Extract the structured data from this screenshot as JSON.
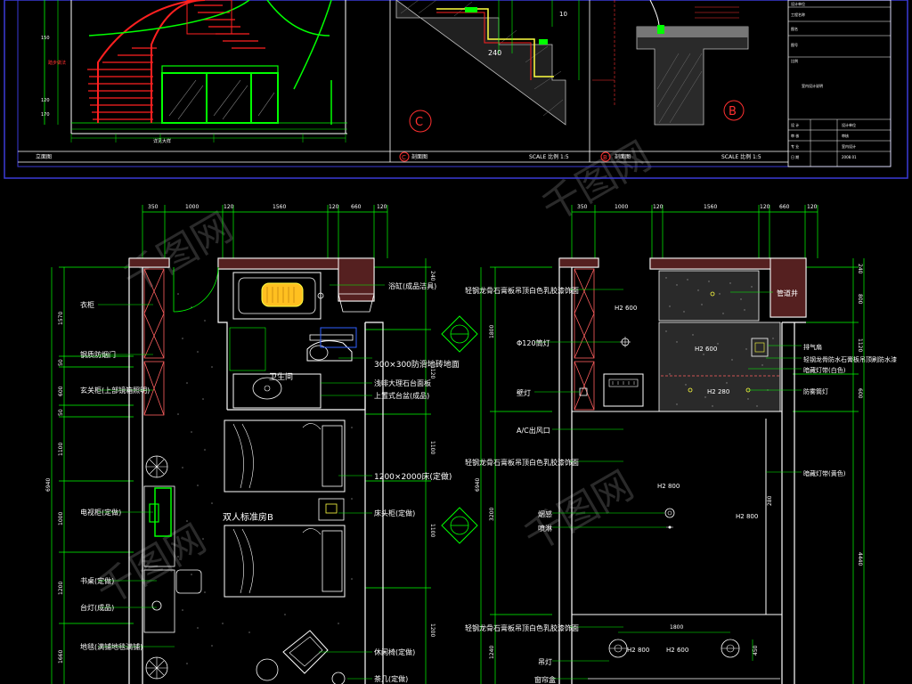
{
  "colors": {
    "background": "#000000",
    "frame": "#3a3ad8",
    "wall": "#ffffff",
    "dimension": "#00ff00",
    "annotation": "#ffffff",
    "furniture": "#ffff40",
    "stair": "#ff2020",
    "hatch": "#c0c0c0",
    "wall_fill": "#ff6060",
    "red_text": "#ff3030"
  },
  "top_sheet": {
    "left_caption": "立面图",
    "mid_caption": "剖面图",
    "mid_scale": "SCALE 比例 1:5",
    "right_caption": "剖面图",
    "right_scale": "SCALE 比例 1:5",
    "marker_c": "C",
    "marker_b": "B",
    "marker_c_small": "C",
    "marker_b_small": "B",
    "stair_note": "踏步做法",
    "center_note": "详见大样",
    "side_dims": [
      "170",
      "120",
      "150"
    ],
    "dim_240": "240",
    "dim_10": "10"
  },
  "title_block": {
    "rows": [
      "设计单位",
      "工程名称",
      "图名",
      "图号",
      "比例",
      "日期"
    ],
    "bottom_rows": [
      {
        "label": "设 计",
        "value": "设计单位"
      },
      {
        "label": "审 核",
        "value": "审核"
      },
      {
        "label": "专 业",
        "value": "室内设计"
      },
      {
        "label": "日 期",
        "value": "2008.01"
      }
    ],
    "stamp": "图号",
    "stamp_note": "室内设计说明"
  },
  "plan_left": {
    "top_dims": [
      "350",
      "1000",
      "120",
      "1560",
      "120",
      "660",
      "120"
    ],
    "left_dims": [
      "1570",
      "50",
      "600",
      "50",
      "1100",
      "1000",
      "1200",
      "1660"
    ],
    "right_dims": [
      "240",
      "1120",
      "1100",
      "1100",
      "1200"
    ],
    "total_dim": "6940",
    "room_label": "双人标准房B",
    "bathroom_label": "卫生间",
    "left_labels": [
      "衣柜",
      "钢质防烟门",
      "玄关柜(上部镜箱照明)",
      "电视柜(定做)",
      "书桌(定做)",
      "台灯(成品)",
      "地毯(满铺地毯满铺)"
    ],
    "right_labels": [
      "浴缸(成品洁具)",
      "300×300防滑地砖地面",
      "浅啡大理石台面板",
      "上置式台盆(成品)",
      "1200×2000床(定做)",
      "床头柜(定做)",
      "休闲椅(定做)",
      "茶几(定做)"
    ]
  },
  "plan_right": {
    "top_dims": [
      "350",
      "1000",
      "120",
      "1560",
      "120",
      "660",
      "120"
    ],
    "right_dims": [
      "240",
      "800",
      "1120",
      "600",
      "4440"
    ],
    "left_dims": [
      "1800",
      "3200",
      "1240"
    ],
    "total_dim": "6940",
    "left_labels": [
      "轻钢龙骨石膏板吊顶白色乳胶漆饰面",
      "Φ120筒灯",
      "壁灯",
      "A/C出风口",
      "轻钢龙骨石膏板吊顶白色乳胶漆饰面",
      "烟感",
      "喷淋",
      "轻钢龙骨石膏板吊顶白色乳胶漆饰面",
      "吊灯",
      "窗帘盒"
    ],
    "right_labels": [
      "管道井",
      "轻钢龙骨防水石膏板吊顶刷防水漆",
      "排气扇",
      "暗藏灯带(白色)",
      "防雾筒灯",
      "暗藏灯带(黄色)"
    ],
    "heights": [
      "H2 600",
      "H2 600",
      "H2 280",
      "H2 800",
      "H2 800",
      "H2 800",
      "H2 600"
    ],
    "dim_1800": "1800",
    "dim_280": "280",
    "dim_450": "450"
  }
}
